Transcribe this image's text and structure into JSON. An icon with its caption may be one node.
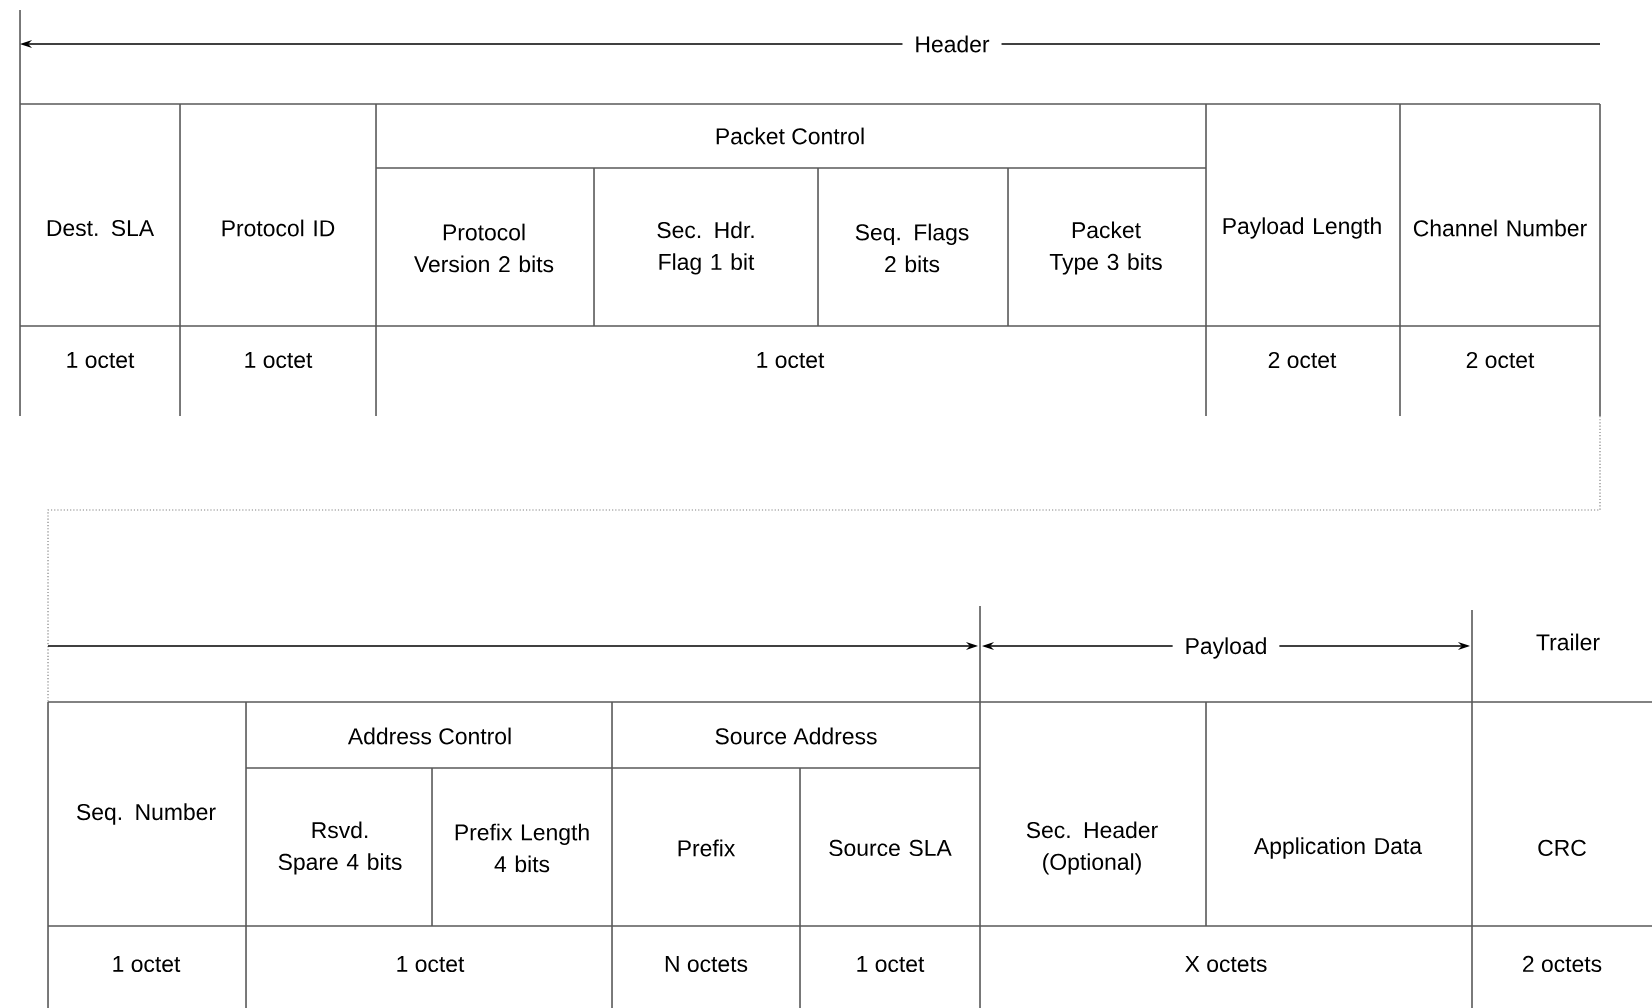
{
  "diagram": {
    "labels": [
      "Header",
      "Dest. SLA",
      "Protocol ID",
      "Packet Control",
      "Protocol Version 2 bits",
      "Sec. Hdr. Flag 1 bit",
      "Seq. Flags 2 bits",
      "Packet Type 3 bits",
      "Payload Length",
      "Channel Number",
      "1 octet",
      "1 octet",
      "1 octet",
      "2 octet",
      "2 octet",
      "Payload",
      "Trailer",
      "Seq. Number",
      "Address Control",
      "Rsvd. Spare 4 bits",
      "Prefix Length 4 bits",
      "Source Address",
      "Prefix",
      "Source SLA",
      "Sec. Header (Optional)",
      "Application Data",
      "CRC",
      "1 octet",
      "1 octet",
      "N octets",
      "1 octet",
      "X octets",
      "2 octets"
    ]
  }
}
